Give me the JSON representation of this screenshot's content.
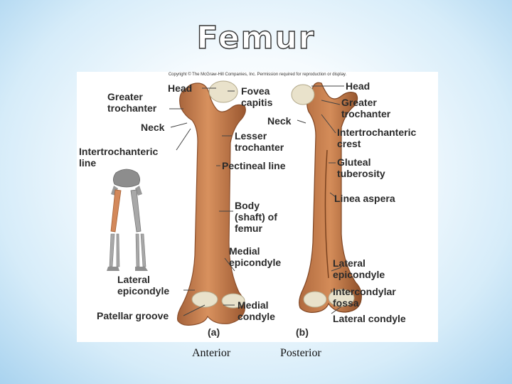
{
  "slide": {
    "title": "Femur",
    "copyright": "Copyright © The McGraw-Hill Companies, Inc. Permission required for reproduction or display.",
    "captions": {
      "anterior": "Anterior",
      "posterior": "Posterior"
    }
  },
  "figure": {
    "panel_a": "(a)",
    "panel_b": "(b)",
    "labels": {
      "greater_trochanter_a": "Greater\ntrochanter",
      "head_a": "Head",
      "fovea_capitis": "Fovea\ncapitis",
      "neck_a": "Neck",
      "lesser_trochanter": "Lesser\ntrochanter",
      "intertrochanteric_line": "Intertrochanteric\nline",
      "pectineal_line": "Pectineal line",
      "body_shaft": "Body\n(shaft) of\nfemur",
      "medial_epicondyle": "Medial\nepicondyle",
      "lateral_epicondyle_a": "Lateral\nepicondyle",
      "patellar_groove": "Patellar groove",
      "medial_condyle": "Medial\ncondyle",
      "head_b": "Head",
      "greater_trochanter_b": "Greater\ntrochanter",
      "neck_b": "Neck",
      "intertrochanteric_crest": "Intertrochanteric\ncrest",
      "gluteal_tuberosity": "Gluteal\ntuberosity",
      "linea_aspera": "Linea aspera",
      "lateral_epicondyle_b": "Lateral\nepicondyle",
      "intercondylar_fossa": "Intercondylar\nfossa",
      "lateral_condyle": "Lateral condyle"
    },
    "colors": {
      "bone": "#c97d4e",
      "bone_dark": "#9c5a32",
      "cartilage": "#e8e0c6",
      "leader_line": "#444444"
    }
  }
}
